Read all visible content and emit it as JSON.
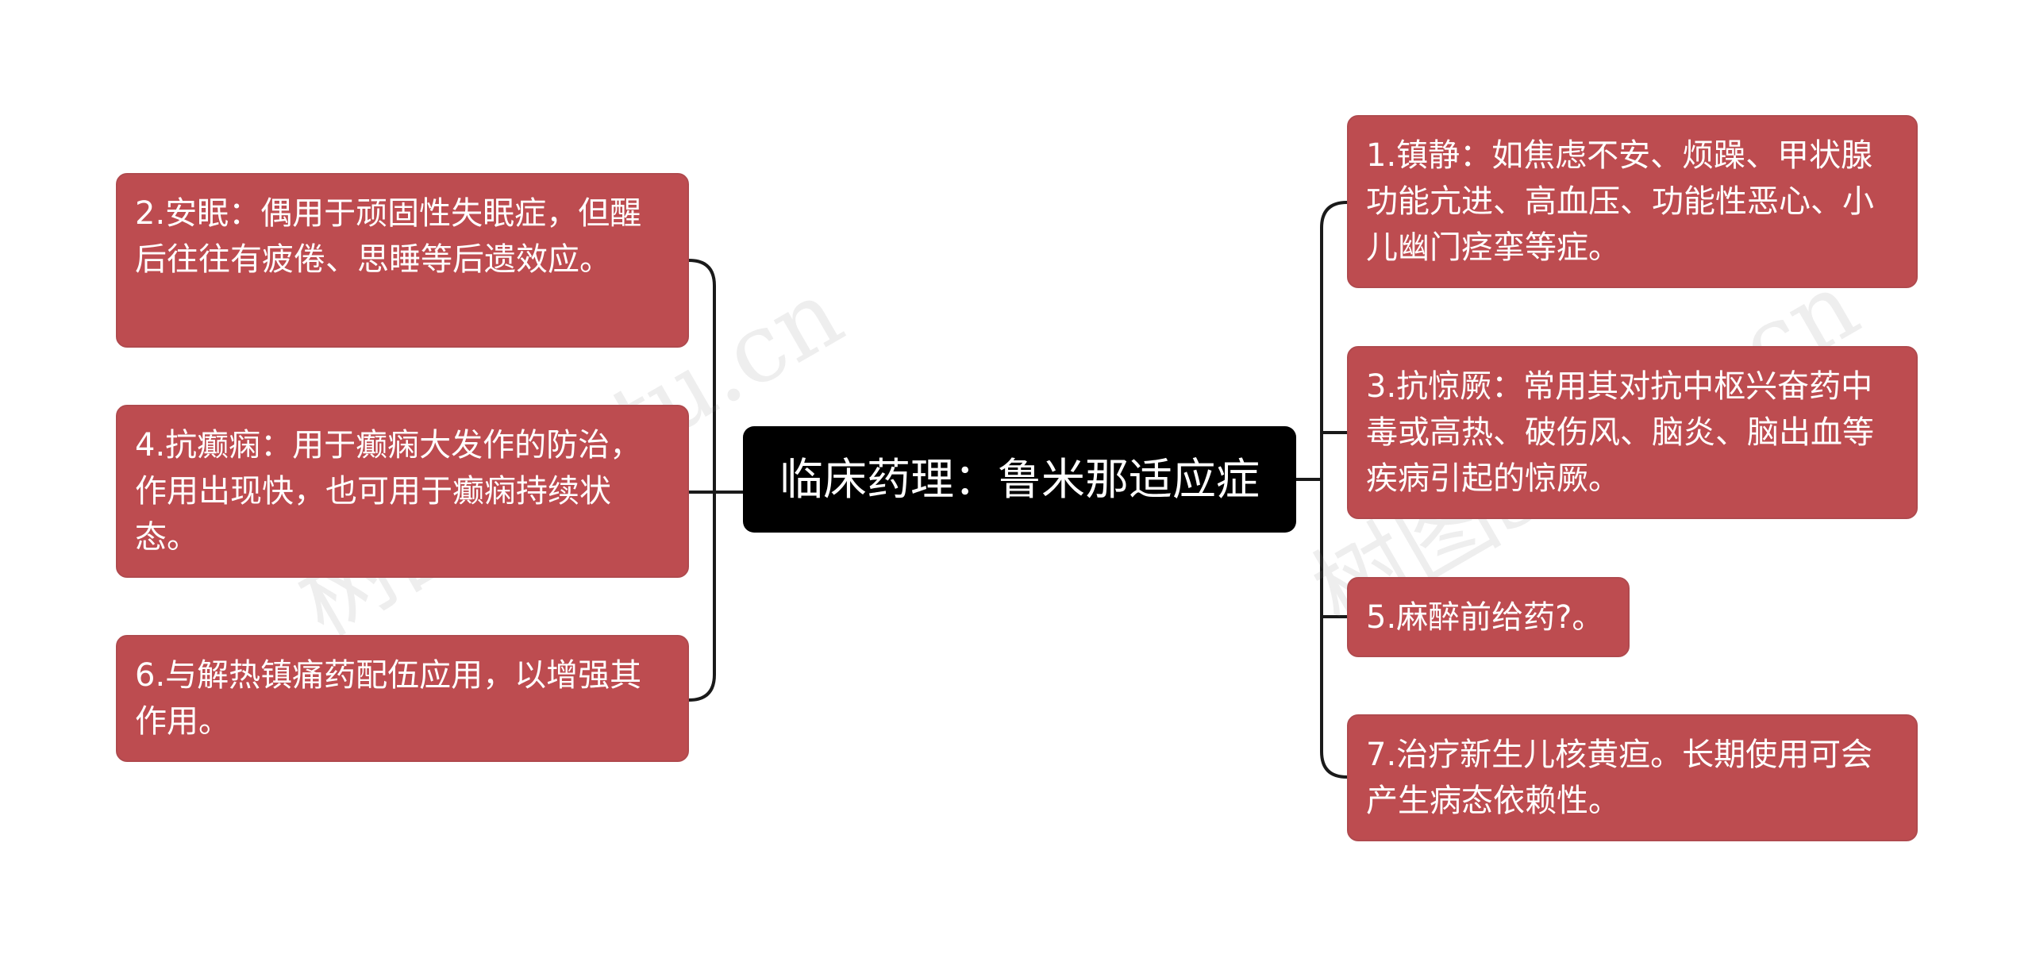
{
  "root": {
    "label": "临床药理：鲁米那适应症"
  },
  "left_branches": [
    {
      "text": "2.安眠：偶用于顽固性失眠症，但醒后往往有疲倦、思睡等后遗效应。"
    },
    {
      "text": "4.抗癫痫：用于癫痫大发作的防治，作用出现快，也可用于癫痫持续状态。"
    },
    {
      "text": "6.与解热镇痛药配伍应用，以增强其作用。"
    }
  ],
  "right_branches": [
    {
      "text": "1.镇静：如焦虑不安、烦躁、甲状腺功能亢进、高血压、功能性恶心、小儿幽门痉挛等症。"
    },
    {
      "text": "3.抗惊厥：常用其对抗中枢兴奋药中毒或高热、破伤风、脑炎、脑出血等疾病引起的惊厥。"
    },
    {
      "text": "5.麻醉前给药?。"
    },
    {
      "text": "7.治疗新生儿核黄疸。长期使用可会产生病态依赖性。"
    }
  ],
  "watermark": {
    "text": "树图shutu.cn"
  },
  "colors": {
    "node_fill": "#bd4c50",
    "root_fill": "#000000",
    "connector": "#1a1a1a"
  }
}
